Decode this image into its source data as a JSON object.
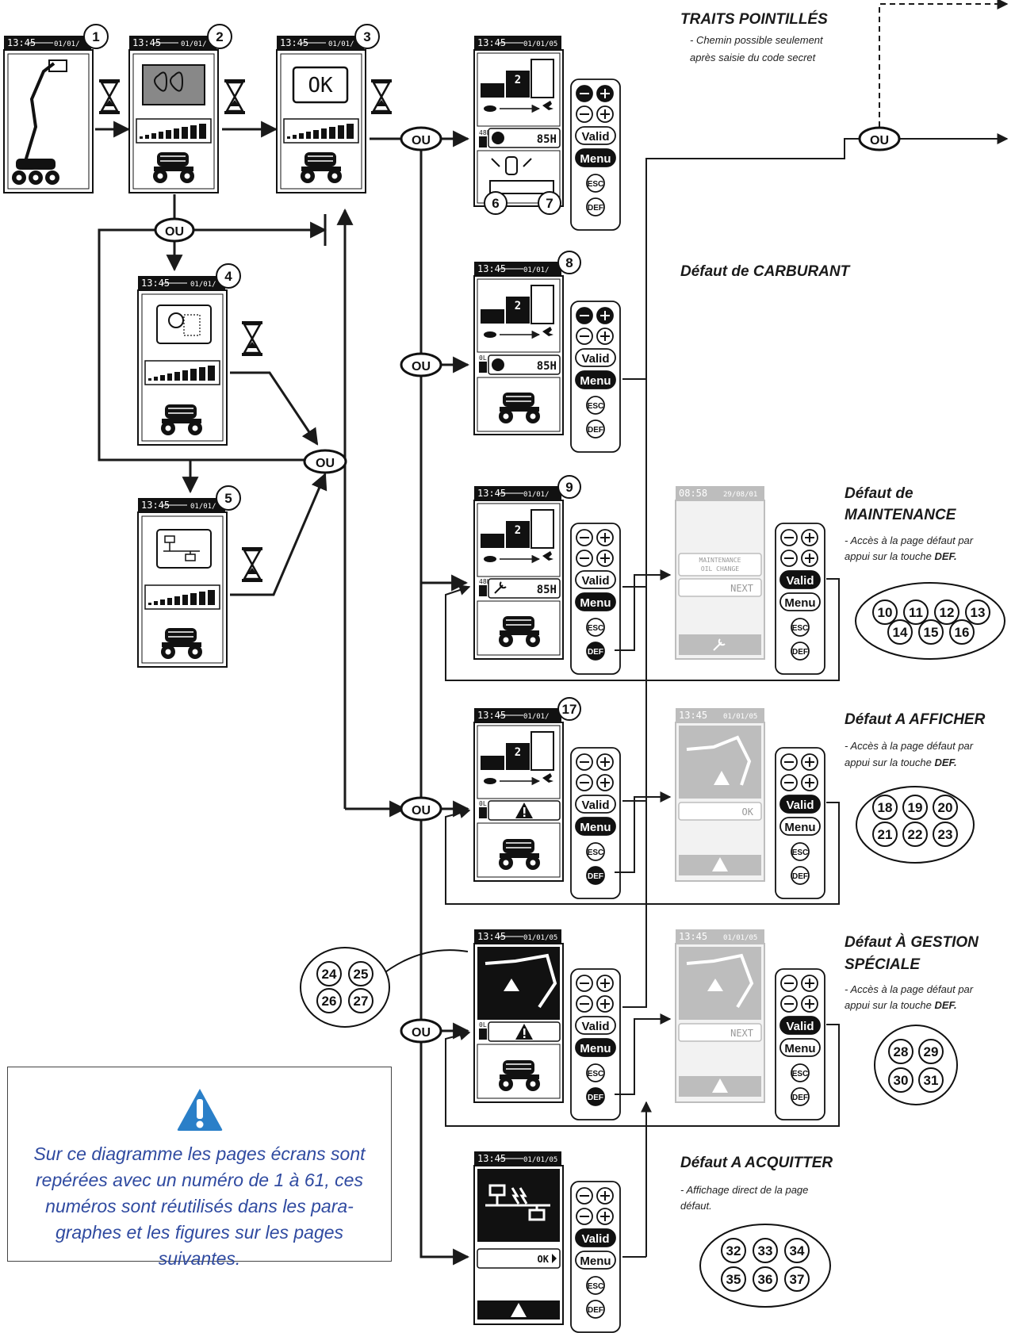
{
  "status_bar": {
    "time": "13:45",
    "date": "01/01/05",
    "date_short": "01/01/",
    "time_maint": "08:58",
    "date_maint": "29/08/01"
  },
  "ok_label": "OK",
  "or_label": "OU",
  "hours": "85H",
  "fuel_48": "48L",
  "fuel_0": "0L",
  "speed_step": "2",
  "buttons": {
    "valid": "Valid",
    "menu": "Menu",
    "esc": "ESC",
    "def": "DEF"
  },
  "screen_numbers": [
    "1",
    "2",
    "3",
    "4",
    "5",
    "6",
    "7",
    "8",
    "9",
    "17"
  ],
  "legends": {
    "dotted": {
      "title": "TRAITS POINTILLÉS",
      "note_lines": [
        "- Chemin possible seulement",
        "après saisie du code secret"
      ]
    },
    "fuel": {
      "title": "Défaut de CARBURANT"
    },
    "maintenance": {
      "title_lines": [
        "Défaut de",
        "MAINTENANCE"
      ],
      "note_lines": [
        "- Accès à la page défaut par",
        "appui sur la touche "
      ],
      "note_key": "DEF."
    },
    "display": {
      "title": "Défaut A AFFICHER",
      "note_lines": [
        "- Accès à la page défaut par",
        "appui sur la touche "
      ],
      "note_key": "DEF."
    },
    "special": {
      "title_lines": [
        "Défaut À GESTION",
        "SPÉCIALE"
      ],
      "note_lines": [
        "- Accès à la page défaut par",
        "appui sur la touche "
      ],
      "note_key": "DEF."
    },
    "acknowledge": {
      "title": "Défaut A ACQUITTER",
      "note_lines": [
        "- Affichage direct de la page",
        "défaut."
      ]
    }
  },
  "screen_texts": {
    "maintenance_line1": "MAINTENANCE",
    "maintenance_line2": "OIL CHANGE",
    "next": "NEXT",
    "ok_small": "OK"
  },
  "groups": {
    "maintenance": [
      "10",
      "11",
      "12",
      "13",
      "14",
      "15",
      "16"
    ],
    "display": [
      "18",
      "19",
      "20",
      "21",
      "22",
      "23"
    ],
    "special_left": [
      "24",
      "25",
      "26",
      "27"
    ],
    "special": [
      "28",
      "29",
      "30",
      "31"
    ],
    "acknowledge": [
      "32",
      "33",
      "34",
      "35",
      "36",
      "37"
    ]
  },
  "note": "Sur ce diagramme les pages écrans sont repérées avec un numéro de 1 à 61, ces numéros sont réutilisés dans les para-graphes et les figures sur les pages suivantes.",
  "colors": {
    "ink": "#1a1a1a",
    "note_blue": "#2f4aa0",
    "warning_blue": "#2a7fc8",
    "grey_screen": "#bdbdbd"
  }
}
